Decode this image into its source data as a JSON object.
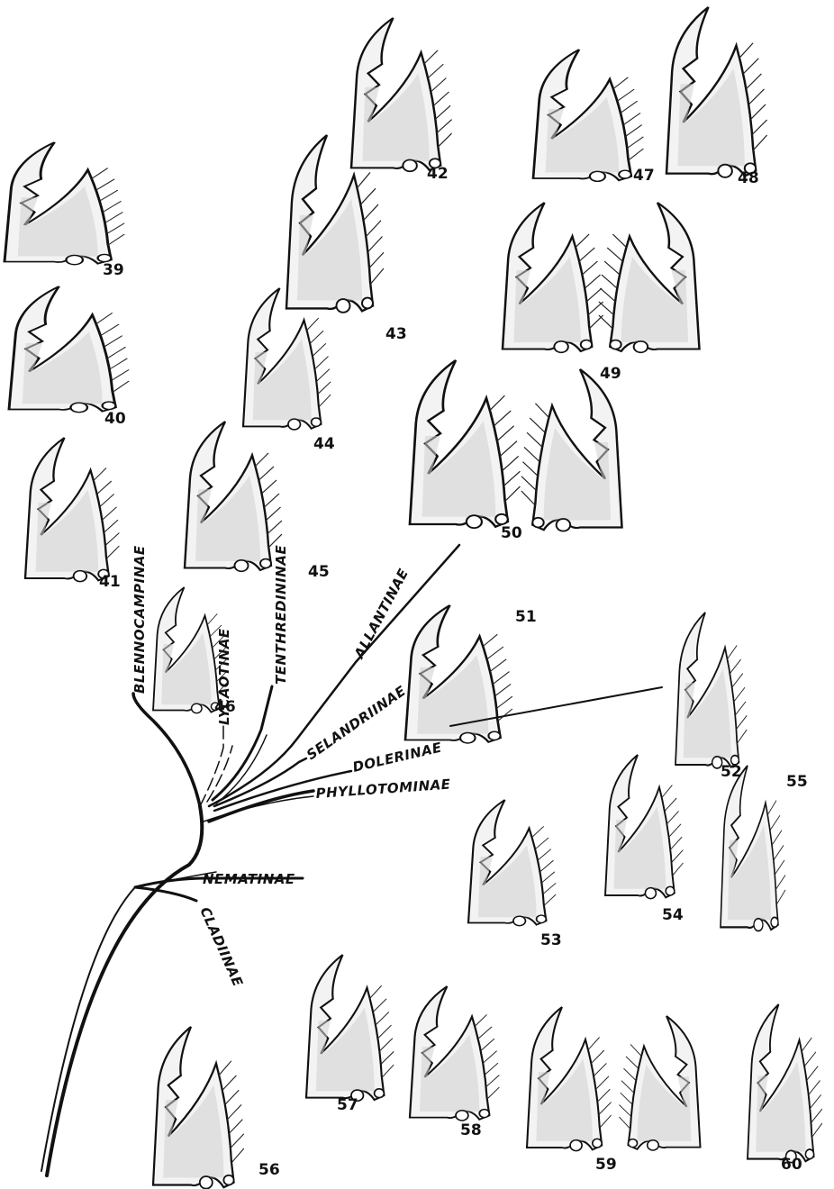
{
  "figures": [
    {
      "number": "39"
    },
    {
      "number": "40"
    },
    {
      "number": "41"
    },
    {
      "number": "42"
    },
    {
      "number": "43"
    },
    {
      "number": "44"
    },
    {
      "number": "45"
    },
    {
      "number": "46"
    },
    {
      "number": "47"
    },
    {
      "number": "48"
    },
    {
      "number": "49"
    },
    {
      "number": "50"
    },
    {
      "number": "51"
    },
    {
      "number": "52"
    },
    {
      "number": "53"
    },
    {
      "number": "54"
    },
    {
      "number": "55"
    },
    {
      "number": "56"
    },
    {
      "number": "57"
    },
    {
      "number": "58"
    },
    {
      "number": "59"
    },
    {
      "number": "60"
    }
  ],
  "taxa": [
    {
      "name": "BLENNOCAMPINAE"
    },
    {
      "name": "LYCAOTINAE"
    },
    {
      "name": "TENTHREDININAE"
    },
    {
      "name": "ALLANTINAE"
    },
    {
      "name": "SELANDRIINAE"
    },
    {
      "name": "DOLERINAE"
    },
    {
      "name": "PHYLLOTOMINAE"
    },
    {
      "name": "NEMATINAE"
    },
    {
      "name": "CLADIINAE"
    }
  ]
}
